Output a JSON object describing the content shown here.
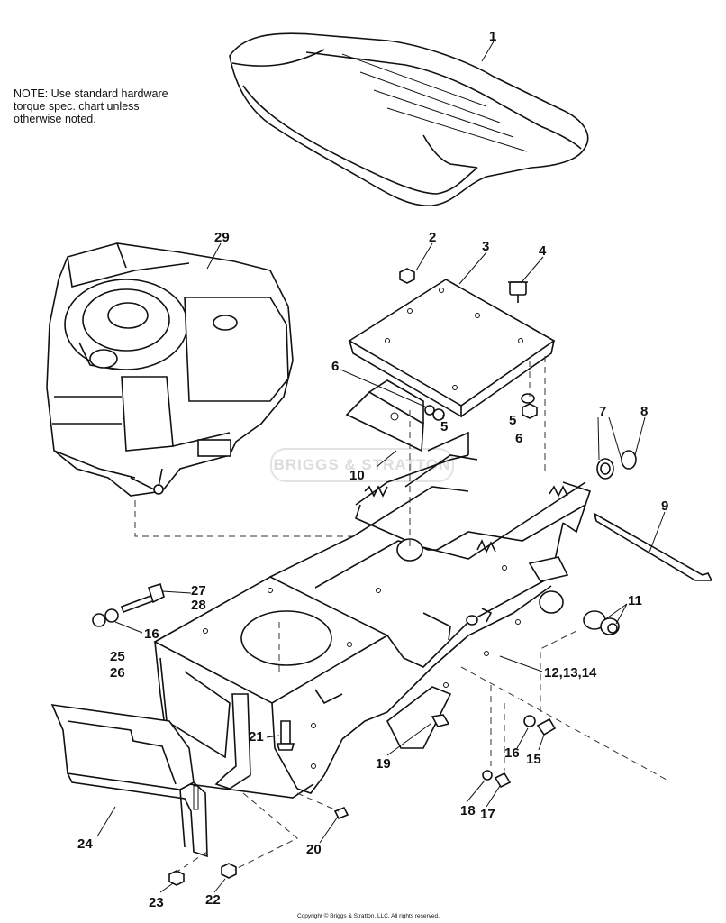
{
  "note": {
    "line1": "NOTE: Use standard hardware",
    "line2": "torque spec. chart unless",
    "line3": "otherwise noted."
  },
  "watermark": "BRIGGS & STRATTON",
  "copyright": "Copyright © Briggs & Stratton, LLC. All rights reserved.",
  "callouts": [
    "1",
    "29",
    "2",
    "3",
    "4",
    "6",
    "5",
    "5",
    "6",
    "7",
    "8",
    "10",
    "9",
    "27",
    "28",
    "16",
    "25",
    "26",
    "11",
    "12,13,14",
    "21",
    "19",
    "16",
    "15",
    "18",
    "17",
    "24",
    "20",
    "23",
    "22"
  ]
}
